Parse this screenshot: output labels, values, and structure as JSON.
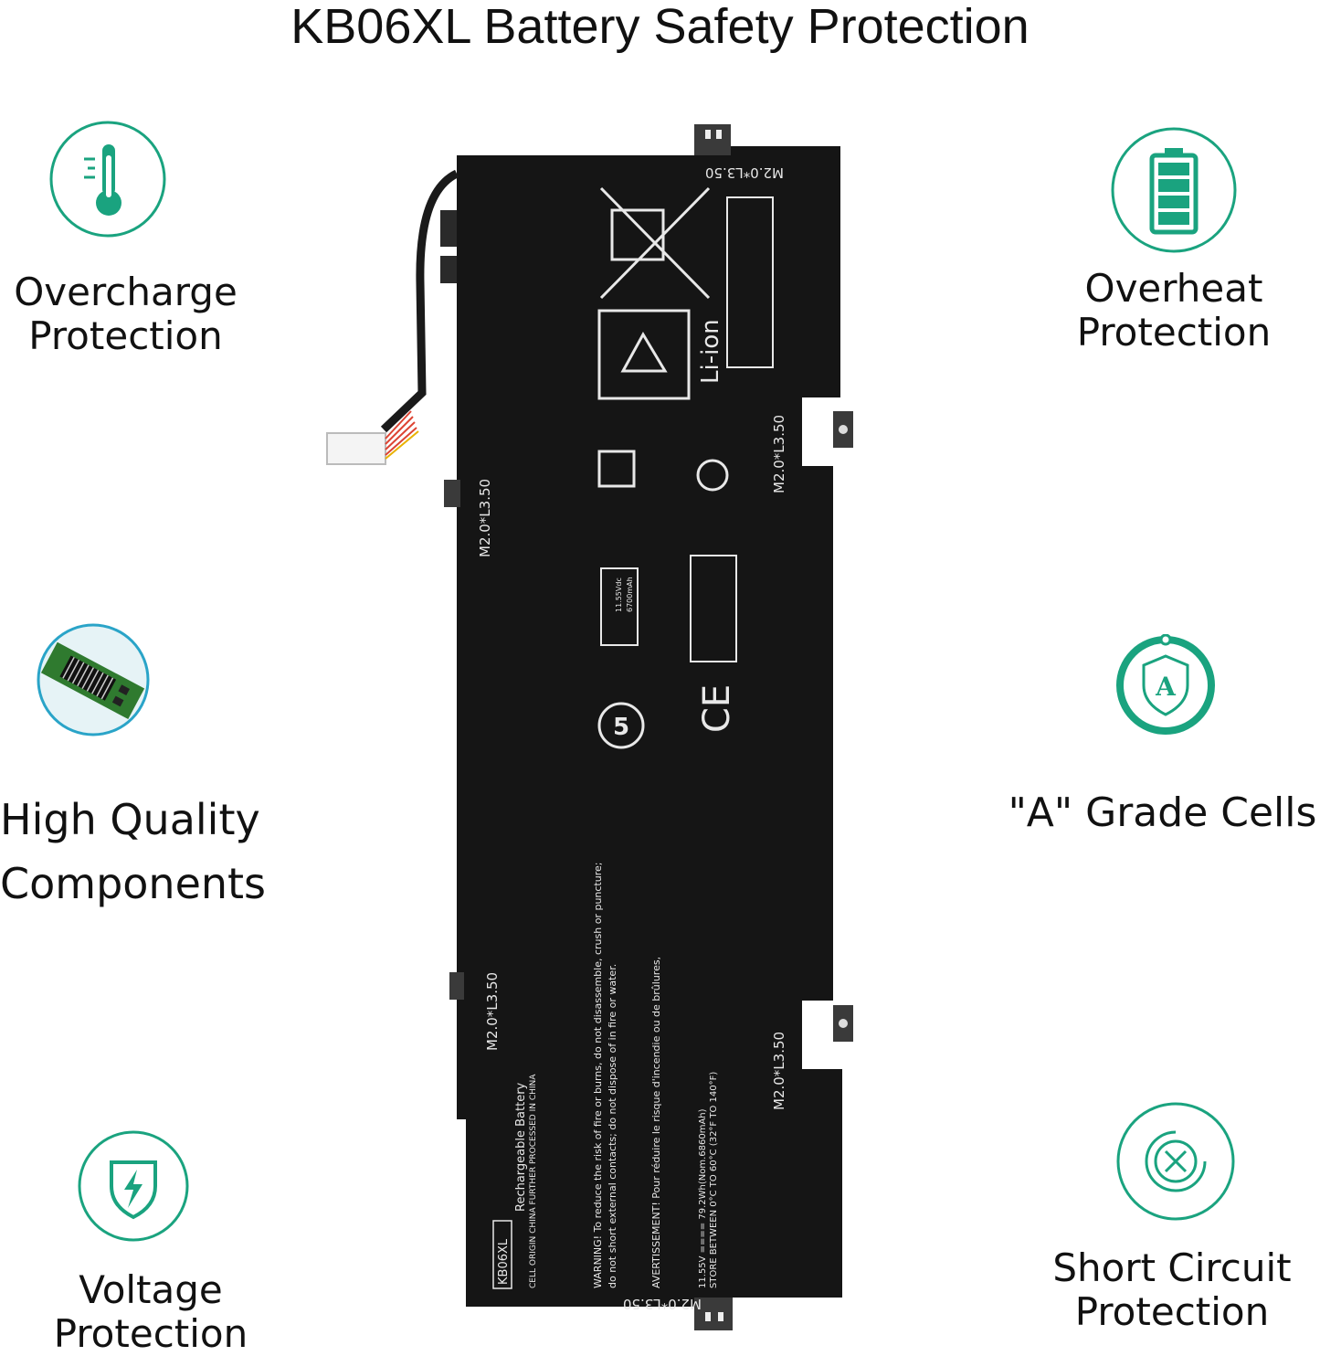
{
  "title": "KB06XL Battery Safety Protection",
  "colors": {
    "accent": "#1aa37f",
    "battery": "#151515",
    "label": "#111111"
  },
  "features": [
    {
      "icon": "thermometer-icon",
      "line1": "Overcharge",
      "line2": "Protection"
    },
    {
      "icon": "circuit-board-icon",
      "line1": "High Quality",
      "line2": "Components"
    },
    {
      "icon": "lightning-shield-icon",
      "line1": "Voltage",
      "line2": "Protection"
    },
    {
      "icon": "battery-icon",
      "line1": "Overheat",
      "line2": "Protection"
    },
    {
      "icon": "grade-a-shield-icon",
      "line1": "\"A\" Grade Cells",
      "line2": ""
    },
    {
      "icon": "short-circuit-icon",
      "line1": "Short Circuit",
      "line2": "Protection"
    }
  ],
  "battery": {
    "model": "KB06XL",
    "type_label": "Rechargeable Battery",
    "chem": "Li-ion",
    "spec_small": "11.55Vdc",
    "spec_small2": "6700mAh",
    "screw": "M2.0*L3.50",
    "warning": "WARNING! To reduce the risk of fire or burns, do not disassemble, crush or puncture;",
    "warning2": "do not short external contacts; do not dispose of in fire or water.",
    "french": "AVERTISSEMENT! Pour réduire le risque d'incendie ou de brûlures,",
    "rating": "11.55V ==== 79.2Wh(Nom.6860mAh)",
    "store": "STORE BETWEEN 0°C TO 60°C (32°F TO 140°F)",
    "origin": "CELL ORIGIN CHINA FURTHER PROCESSED IN CHINA"
  }
}
